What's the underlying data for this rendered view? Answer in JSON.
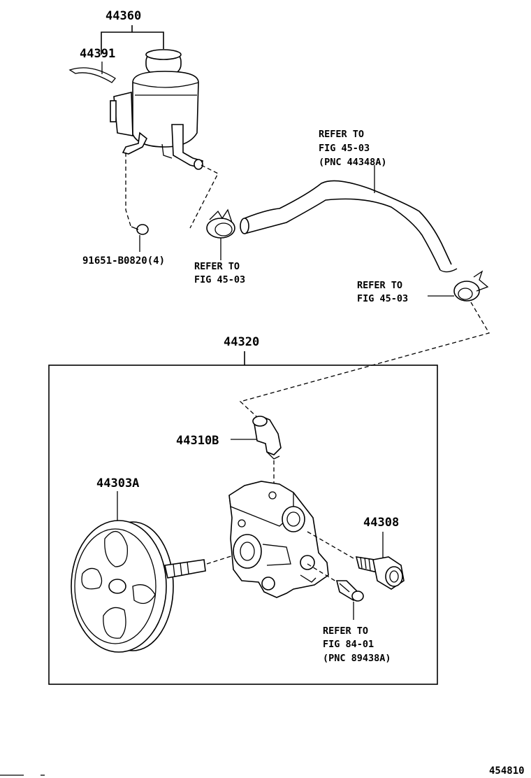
{
  "diagram": {
    "labels": {
      "p44360": "44360",
      "p44391": "44391",
      "p91651": "91651-B0820(4)",
      "refer_left": [
        "REFER TO",
        "FIG 45-03"
      ],
      "refer_hose": [
        "REFER TO",
        "FIG 45-03",
        "(PNC 44348A)"
      ],
      "refer_right": [
        "REFER TO",
        "FIG 45-03"
      ],
      "p44320": "44320",
      "p44310b": "44310B",
      "p44303a": "44303A",
      "p44308": "44308",
      "refer_sensor": [
        "REFER TO",
        "FIG 84-01",
        "(PNC 89438A)"
      ],
      "drawing_no": "454810"
    },
    "icons": [
      "reservoir-tank",
      "reservoir-cap",
      "bracket-bolt",
      "hose-clamp",
      "return-hose",
      "pump-assembly",
      "union-fitting",
      "pulley",
      "union-bolt",
      "pressure-switch"
    ]
  }
}
